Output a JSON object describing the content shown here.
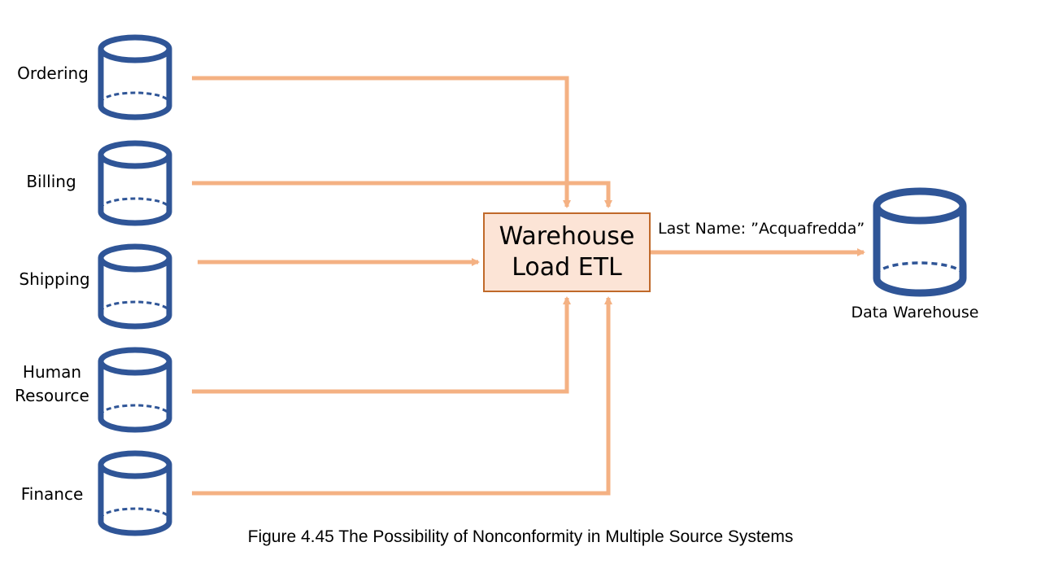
{
  "colors": {
    "cylinder": "#2f5597",
    "arrow": "#f4b183",
    "box_fill": "#fce4d6",
    "box_border": "#c0692a"
  },
  "sources": [
    {
      "label": "Ordering"
    },
    {
      "label": "Billing"
    },
    {
      "label": "Shipping"
    },
    {
      "label": "Human\nResource"
    },
    {
      "label": "Finance"
    }
  ],
  "process": {
    "label": "Warehouse\nLoad ETL"
  },
  "edge_label": "Last Name: ”Acquafredda”",
  "target": {
    "label": "Data Warehouse"
  },
  "caption": "Figure 4.45 The Possibility of Nonconformity in Multiple Source Systems"
}
